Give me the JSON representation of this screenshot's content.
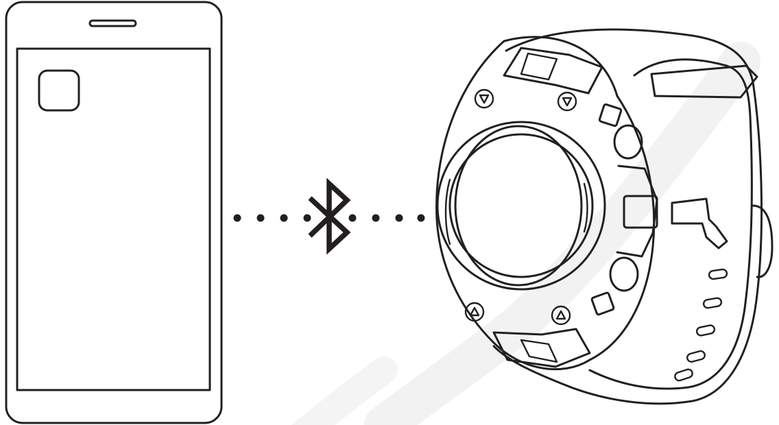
{
  "figure": {
    "subject": "pairing",
    "devices": [
      "phone-icon",
      "smartwatch-icon"
    ],
    "connection": "bluetooth-icon",
    "dot_count_left": 4,
    "dot_count_right": 4,
    "line_color": "#231f20",
    "watermark_color": "#f2f2f2"
  }
}
